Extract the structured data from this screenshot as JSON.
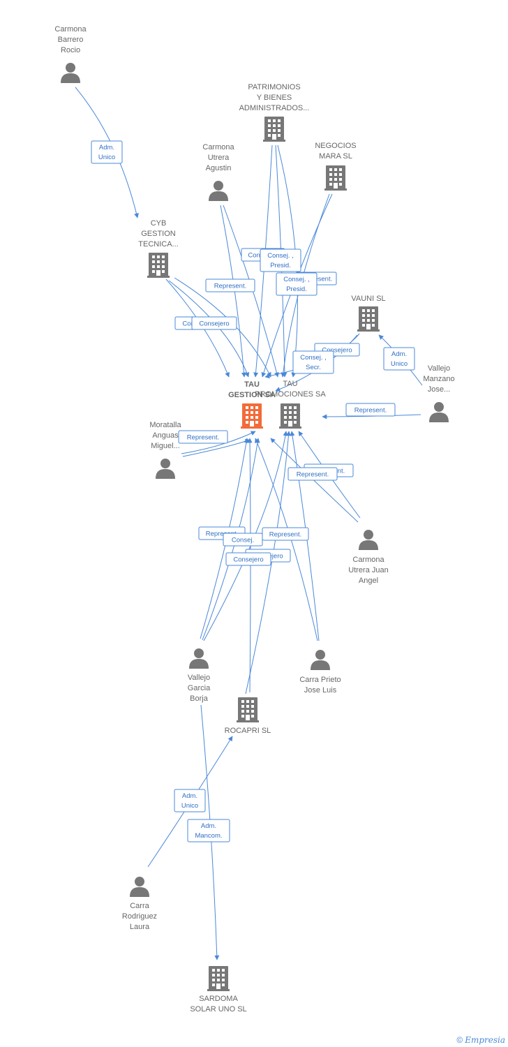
{
  "colors": {
    "accent": "#4a88d8",
    "node": "#777777",
    "focus_node": "#f26b3a",
    "text": "#666666"
  },
  "nodes": [
    {
      "id": "carmona_barrero",
      "kind": "person",
      "label": [
        "Carmona",
        "Barrero",
        "Rocio"
      ]
    },
    {
      "id": "patrimonios",
      "kind": "company",
      "label": [
        "PATRIMONIOS",
        "Y BIENES",
        "ADMINISTRADOS..."
      ]
    },
    {
      "id": "negocios_mara",
      "kind": "company",
      "label": [
        "NEGOCIOS",
        "MARA SL"
      ]
    },
    {
      "id": "carmona_utrera_agustin",
      "kind": "person",
      "label": [
        "Carmona",
        "Utrera",
        "Agustin"
      ]
    },
    {
      "id": "cyb",
      "kind": "company",
      "label": [
        "CYB",
        "GESTION",
        "TECNICA..."
      ]
    },
    {
      "id": "vauni",
      "kind": "company",
      "label": [
        "VAUNI SL"
      ]
    },
    {
      "id": "vallejo_manzano",
      "kind": "person",
      "label": [
        "Vallejo",
        "Manzano",
        "Jose..."
      ]
    },
    {
      "id": "tau_gestion",
      "kind": "company",
      "focus": true,
      "label": [
        "TAU",
        "GESTION SA"
      ]
    },
    {
      "id": "tau_promociones",
      "kind": "company",
      "label": [
        "TAU",
        "PROMOCIONES SA"
      ]
    },
    {
      "id": "moratalla",
      "kind": "person",
      "label": [
        "Moratalla",
        "Anguas",
        "Miguel..."
      ]
    },
    {
      "id": "carmona_utrera_juan",
      "kind": "person",
      "label": [
        "Carmona",
        "Utrera Juan",
        "Angel"
      ]
    },
    {
      "id": "vallejo_garcia",
      "kind": "person",
      "label": [
        "Vallejo",
        "Garcia",
        "Borja"
      ]
    },
    {
      "id": "carra_prieto",
      "kind": "person",
      "label": [
        "Carra Prieto",
        "Jose Luis"
      ]
    },
    {
      "id": "rocapri",
      "kind": "company",
      "label": [
        "ROCAPRI SL"
      ]
    },
    {
      "id": "carra_rodriguez",
      "kind": "person",
      "label": [
        "Carra",
        "Rodriguez",
        "Laura"
      ]
    },
    {
      "id": "sardoma",
      "kind": "company",
      "label": [
        "SARDOMA",
        "SOLAR UNO SL"
      ]
    }
  ],
  "edge_labels": [
    [
      "Adm.",
      "Unico"
    ],
    [
      "Consejero"
    ],
    [
      "Consej. ,",
      "Presid."
    ],
    [
      "Represent."
    ],
    [
      "Represent."
    ],
    [
      "Consej. ,",
      "Presid."
    ],
    [
      "Consejero"
    ],
    [
      "Consejero"
    ],
    [
      "Consejero"
    ],
    [
      "Consej. ,",
      "Secr."
    ],
    [
      "Adm.",
      "Unico"
    ],
    [
      "Represent."
    ],
    [
      "Represent."
    ],
    [
      "Represent."
    ],
    [
      "Represent."
    ],
    [
      "Represent."
    ],
    [
      "Represent."
    ],
    [
      "Consej."
    ],
    [
      "Consejero"
    ],
    [
      "Consejero"
    ],
    [
      "Adm.",
      "Unico"
    ],
    [
      "Adm.",
      "Mancom."
    ]
  ],
  "footer": {
    "copyright": "©",
    "brand": "Empresia"
  }
}
